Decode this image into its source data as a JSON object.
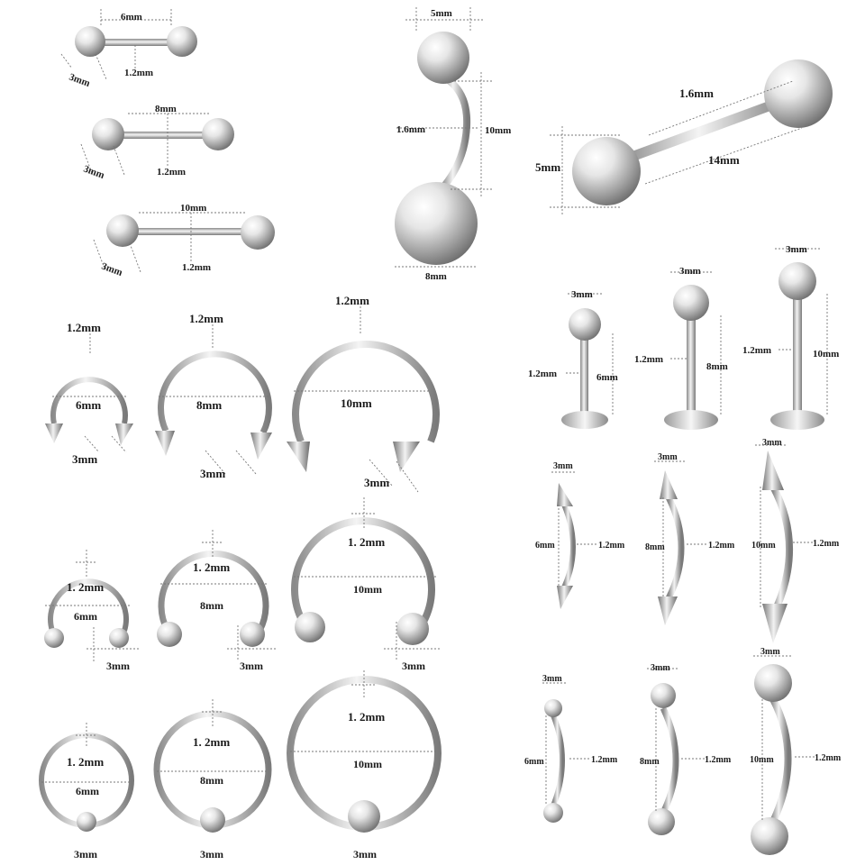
{
  "colors": {
    "background": "#ffffff",
    "metal_light": "#f7f7f7",
    "metal_mid": "#bfbfbf",
    "metal_dark": "#6e6e6e",
    "dimension_line": "#777777",
    "label": "#1a1a1a"
  },
  "items": {
    "barbell_6": {
      "length": "6mm",
      "ball": "3mm",
      "gauge": "1.2mm"
    },
    "barbell_8": {
      "length": "8mm",
      "ball": "3mm",
      "gauge": "1.2mm"
    },
    "barbell_10": {
      "length": "10mm",
      "ball": "3mm",
      "gauge": "1.2mm"
    },
    "belly_ring": {
      "ball_top": "5mm",
      "gauge": "1.6mm",
      "length": "10mm",
      "ball_bottom": "8mm"
    },
    "tongue_bar": {
      "gauge": "1.6mm",
      "ball": "5mm",
      "length": "14mm"
    },
    "horseshoe_spike_6": {
      "gauge": "1.2mm",
      "diameter": "6mm",
      "spike": "3mm"
    },
    "horseshoe_spike_8": {
      "gauge": "1.2mm",
      "diameter": "8mm",
      "spike": "3mm"
    },
    "horseshoe_spike_10": {
      "gauge": "1.2mm",
      "diameter": "10mm",
      "spike": "3mm"
    },
    "horseshoe_ball_6": {
      "gauge": "1. 2mm",
      "diameter": "6mm",
      "ball": "3mm"
    },
    "horseshoe_ball_8": {
      "gauge": "1. 2mm",
      "diameter": "8mm",
      "ball": "3mm"
    },
    "horseshoe_ball_10": {
      "gauge": "1. 2mm",
      "diameter": "10mm",
      "ball": "3mm"
    },
    "captive_ring_6": {
      "gauge": "1. 2mm",
      "diameter": "6mm",
      "ball": "3mm"
    },
    "captive_ring_8": {
      "gauge": "1. 2mm",
      "diameter": "8mm",
      "ball": "3mm"
    },
    "captive_ring_10": {
      "gauge": "1. 2mm",
      "diameter": "10mm",
      "ball": "3mm"
    },
    "labret_6": {
      "ball": "3mm",
      "gauge": "1.2mm",
      "length": "6mm"
    },
    "labret_8": {
      "ball": "3mm",
      "gauge": "1.2mm",
      "length": "8mm"
    },
    "labret_10": {
      "ball": "3mm",
      "gauge": "1.2mm",
      "length": "10mm"
    },
    "spike_curve_6": {
      "spike": "3mm",
      "length": "6mm",
      "gauge": "1.2mm"
    },
    "spike_curve_8": {
      "spike": "3mm",
      "length": "8mm",
      "gauge": "1.2mm"
    },
    "spike_curve_10": {
      "spike": "3mm",
      "length": "10mm",
      "gauge": "1.2mm"
    },
    "ball_curve_6": {
      "ball": "3mm",
      "length": "6mm",
      "gauge": "1.2mm"
    },
    "ball_curve_8": {
      "ball": "3mm",
      "length": "8mm",
      "gauge": "1.2mm"
    },
    "ball_curve_10": {
      "ball": "3mm",
      "length": "10mm",
      "gauge": "1.2mm"
    }
  }
}
